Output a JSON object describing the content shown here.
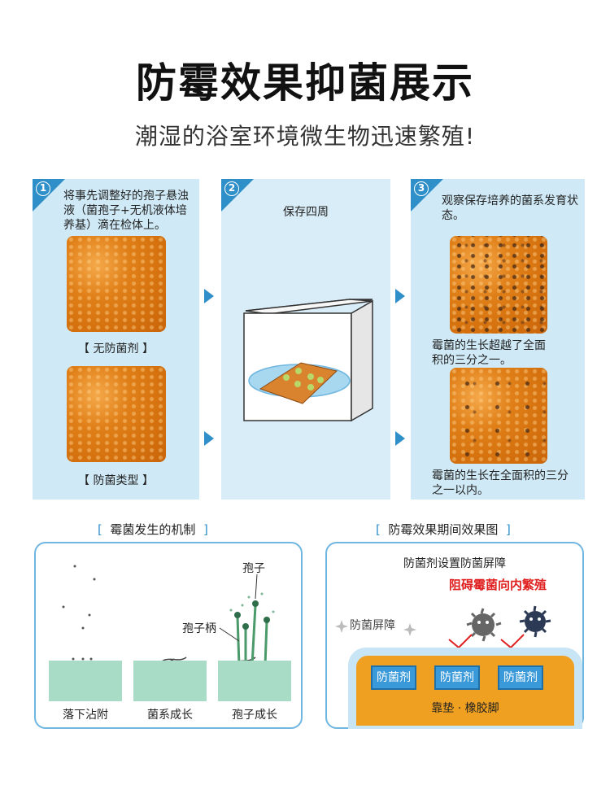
{
  "header": {
    "title": "防霉效果抑菌展示",
    "subtitle": "潮湿的浴室环境微生物迅速繁殖!"
  },
  "steps": [
    {
      "number": "1",
      "text": "将事先调整好的孢子悬浊液（菌孢子+无机液体培养基）滴在检体上。",
      "sample_labels": [
        "【 无防菌剂 】",
        "【 防菌类型 】"
      ]
    },
    {
      "number": "2",
      "text": "保存四周"
    },
    {
      "number": "3",
      "text": "观察保存培养的菌系发育状态。",
      "results": [
        "霉菌的生长超越了全面积的三分之一。",
        "霉菌的生长在全面积的三分之一以内。"
      ]
    }
  ],
  "mechanism": {
    "title": "霉菌发生的机制",
    "spore_label": "孢子",
    "stalk_label": "孢子柄",
    "stages": [
      "落下沾附",
      "菌系成长",
      "孢子成长"
    ]
  },
  "effect": {
    "title": "防霉效果期间效果图",
    "subtitle": "防菌剂设置防菌屏障",
    "warning": "阻碍霉菌向内繁殖",
    "barrier_label": "防菌屏障",
    "agent_label": "防菌剂",
    "base_label": "靠垫 · 橡胶脚"
  },
  "colors": {
    "accent": "#2f8fc9",
    "panel": "#cfe9f6",
    "sample": "#e07f18",
    "warning": "#e02020"
  }
}
